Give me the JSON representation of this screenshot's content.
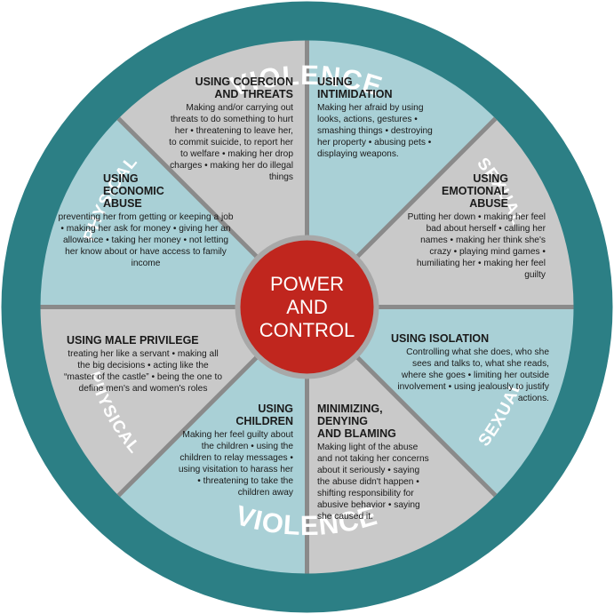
{
  "colors": {
    "ring": "#2c7f85",
    "light_segment": "#a9d0d6",
    "gray_segment": "#c9c9c9",
    "divider": "#8a8a8a",
    "center": "#c0261e"
  },
  "ring": {
    "top_violence": "VIOLENCE",
    "top_left": "PHYSICAL",
    "top_right": "SEXUAL",
    "bottom_violence": "VIOLENCE",
    "bottom_left": "PHYSICAL",
    "bottom_right": "SEXUAL"
  },
  "center": {
    "line1": "POWER",
    "line2": "AND",
    "line3": "CONTROL"
  },
  "segments": {
    "coercion": {
      "title_line1": "USING COERCION",
      "title_line2": "AND THREATS",
      "body": "Making and/or carrying out threats to do something to hurt her • threatening to leave her, to commit suicide, to report her to welfare • making her drop charges • making her do illegal things"
    },
    "intimidation": {
      "title_line1": "USING",
      "title_line2": "INTIMIDATION",
      "body": "Making her afraid by using looks, actions, gestures • smashing things • destroying her property • abusing pets • displaying weapons."
    },
    "emotional": {
      "title_line1": "USING",
      "title_line2": "EMOTIONAL",
      "title_line3": "ABUSE",
      "body": "Putting her down • making her feel bad about herself • calling her names • making her think she's crazy • playing mind games • humiliating her • making her feel guilty"
    },
    "isolation": {
      "title_line1": "USING ISOLATION",
      "body": "Controlling what she does, who she sees and talks to, what she reads, where she goes • limiting her outside involvement • using jealously to justify actions."
    },
    "minimizing": {
      "title_line1": "MINIMIZING,",
      "title_line2": "DENYING",
      "title_line3": "AND BLAMING",
      "body": "Making light of the abuse and not taking her concerns about it seriously • saying the abuse didn't happen • shifting responsibility for abusive behavior • saying she caused it."
    },
    "children": {
      "title_line1": "USING",
      "title_line2": "CHILDREN",
      "body": "Making her feel guilty about the children • using the children to relay messages • using visitation to harass her • threatening to take the children away"
    },
    "male_privilege": {
      "title_line1": "USING MALE PRIVILEGE",
      "body": "treating her like a servant • making all the big decisions • acting like the “master of the castle” • being the one to define men's and women's roles"
    },
    "economic": {
      "title_line1": "USING",
      "title_line2": "ECONOMIC",
      "title_line3": "ABUSE",
      "body": "preventing her from getting or keeping a job • making her ask for money • giving her an allowance • taking her money • not letting her know about or have access to family income"
    }
  }
}
